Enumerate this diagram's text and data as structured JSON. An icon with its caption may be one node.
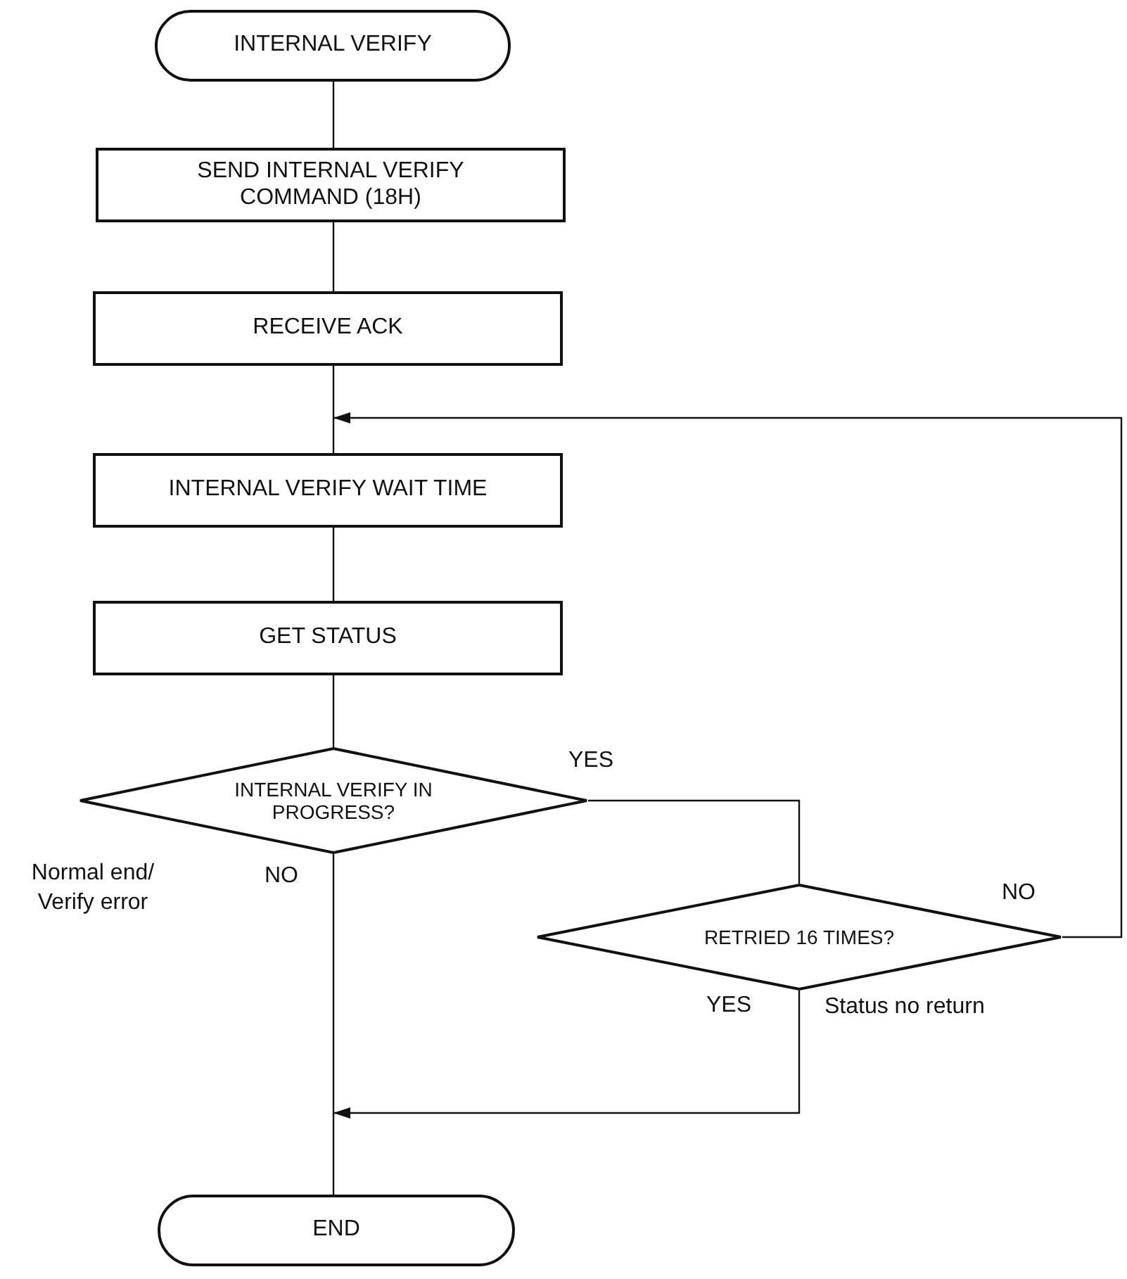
{
  "diagram": {
    "nodes": [
      {
        "text": [
          "INTERNAL VERIFY"
        ]
      },
      {
        "text": [
          "SEND INTERNAL VERIFY COMMAND (18H)"
        ]
      },
      {
        "text": [
          "RECEIVE ACK"
        ]
      },
      {
        "text": [
          "INTERNAL VERIFY WAIT TIME"
        ]
      },
      {
        "text": [
          "GET STATUS"
        ]
      },
      {
        "text": [
          "INTERNAL VERIFY IN PROGRESS?"
        ]
      },
      {
        "text": [
          "RETRIED 16 TIMES?"
        ]
      },
      {
        "text": [
          "END"
        ]
      }
    ],
    "edges": [
      {
        "from": 0,
        "to": 1,
        "arrow": "none"
      },
      {
        "from": 1,
        "to": 2,
        "arrow": "none"
      },
      {
        "from": 2,
        "to": 3,
        "arrow": "none"
      },
      {
        "from": 3,
        "to": 4,
        "arrow": "none"
      },
      {
        "from": 4,
        "to": 5,
        "arrow": "none"
      },
      {
        "from": 5,
        "to": 6,
        "arrow": "none",
        "label": "YES"
      },
      {
        "from": 5,
        "to": 7,
        "arrow": "none",
        "label": "NO"
      },
      {
        "from": 6,
        "to": 3,
        "arrow": "to",
        "label": "NO"
      },
      {
        "from": 6,
        "to": 7,
        "arrow": "to",
        "label": "YES"
      }
    ],
    "labels": [
      "Normal end/ Verify error",
      "Status no return"
    ]
  }
}
